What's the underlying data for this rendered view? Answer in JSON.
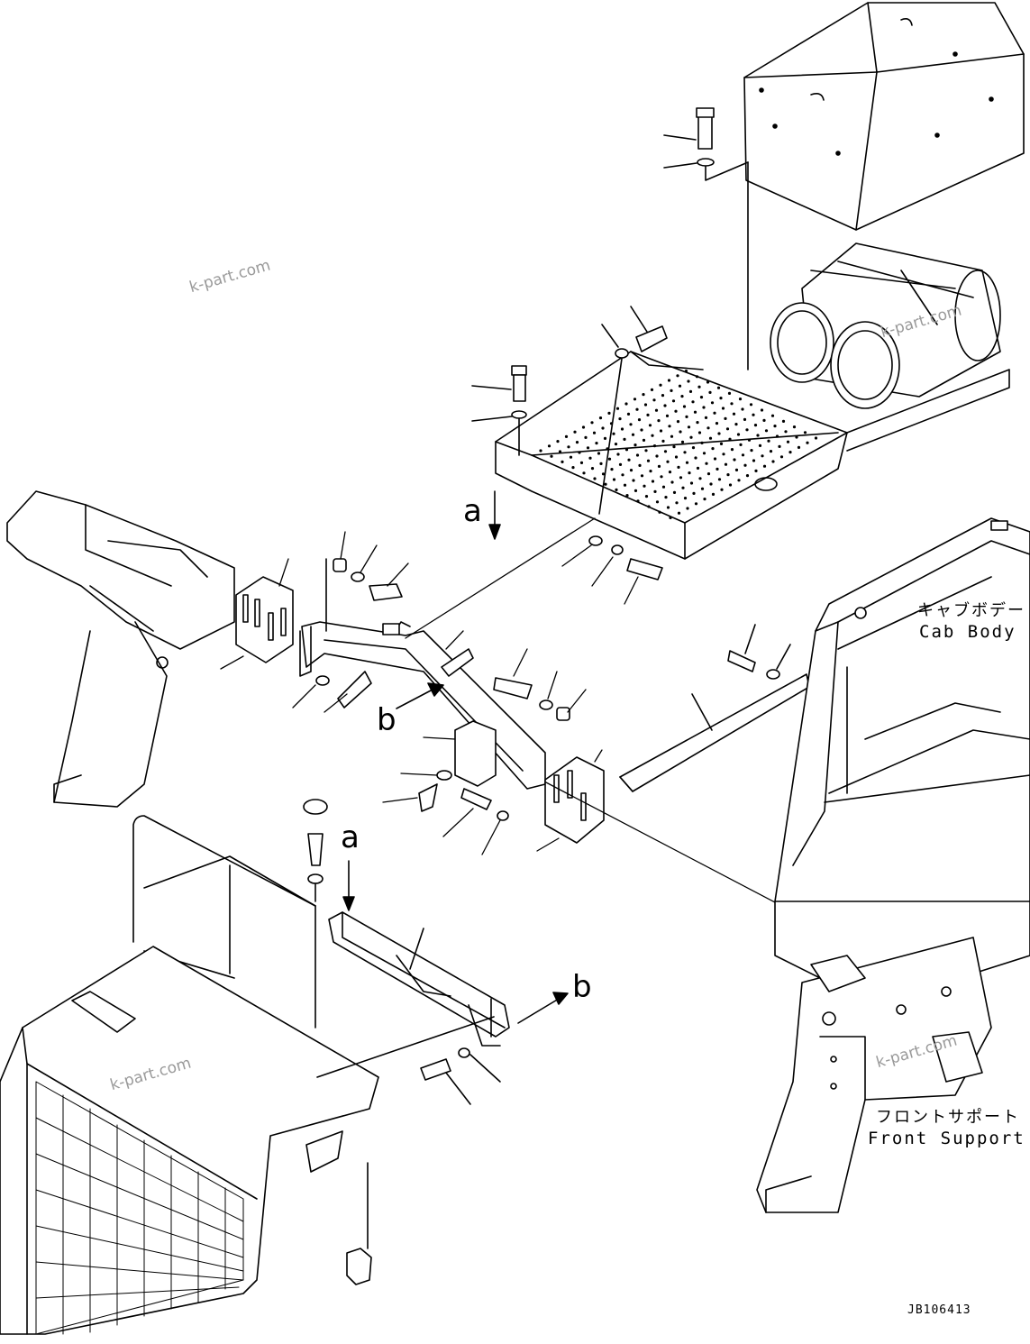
{
  "diagram": {
    "drawing_code": "JB106413",
    "reference_labels": {
      "cab_body_jp": "キャブボデー",
      "cab_body_en": "Cab Body",
      "front_support_jp": "フロントサポート",
      "front_support_en": "Front Support"
    },
    "view_markers": {
      "a_top": "a",
      "a_bottom": "a",
      "b_left": "b",
      "b_right": "b"
    },
    "watermarks": [
      "k-part.com",
      "k-part.com",
      "k-part.com",
      "k-part.com"
    ]
  }
}
